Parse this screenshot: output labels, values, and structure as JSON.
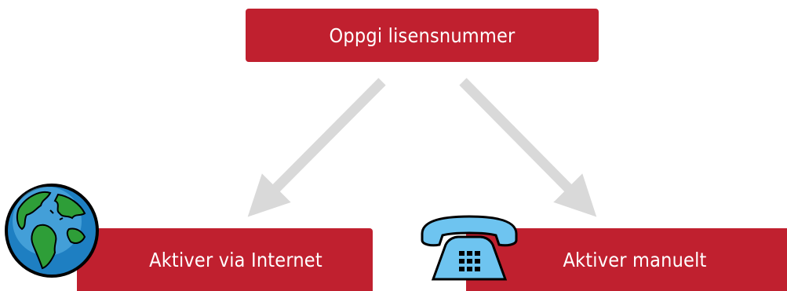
{
  "nodes": {
    "top": "Oppgi lisensnummer",
    "left": "Aktiver via Internet",
    "right": "Aktiver manuelt"
  },
  "icons": {
    "left": "globe-icon",
    "right": "telephone-icon"
  },
  "colors": {
    "box": "#c0202f",
    "arrow": "#d9d9d9",
    "text": "#ffffff"
  }
}
